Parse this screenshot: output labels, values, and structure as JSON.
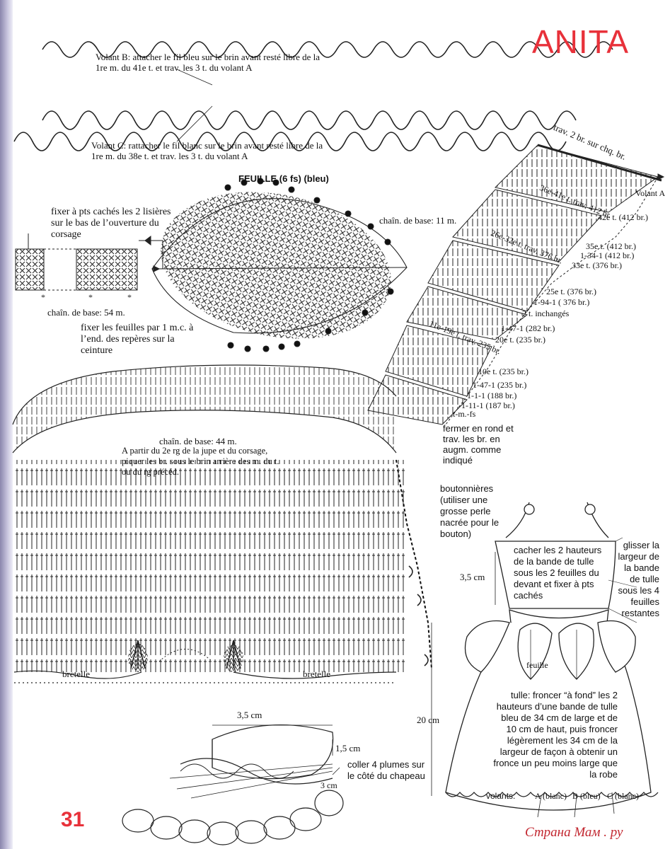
{
  "header": {
    "title": "ANITA"
  },
  "footer": {
    "page_number": "31",
    "watermark": "Страна Мам . ру"
  },
  "ruffles": {
    "volant_b": "Volant B: attacher le fil bleu sur le brin avant resté libre de la 1re m. du 41e t. et trav. les 3 t. du volant A",
    "volant_c": "Volant C: rattacher le fil blanc sur le brin avant resté libre de la 1re m. du 38e t. et trav. les 3 t. du volant A"
  },
  "leaf": {
    "title": "FEUILLE (6 fs) (bleu)",
    "base_chain": "chaîn. de base: 11 m."
  },
  "belt": {
    "note": "fixer à pts cachés les 2 lisières sur le bas de l’ouverture du corsage",
    "base_chain": "chaîn. de base: 54 m.",
    "leaves_note": "fixer les feuilles par 1 m.c. à l’end. des repères sur la ceinture"
  },
  "skirt": {
    "top_label": "trav. 2 br. sur chq. br.",
    "volant_a": "Volant A",
    "rows": [
      "42e t. (412 br.)",
      "36e-41e t. trav. 412 br.",
      "35e t. (412 br.)",
      "1-34-1 (412 br.)",
      "33e t. (376 br.)",
      "26e-32e t. trav. 376 br.",
      "25e t. (376 br.)",
      "1-94-1 ( 376 br.)",
      "2 t. inchangés",
      "1-47-1 (282 br.)",
      "20e t. (235 br.)",
      "11e-19e t. trav. 235 br.",
      "10e t. (235 br.)",
      "1-47-1 (235 br.)",
      "1-1-1 (188 br.)",
      "1-11-1 (187 br.)",
      "t-m.-fs"
    ],
    "close_note": "fermer en rond et trav. les br. en augm. comme indiqué"
  },
  "bodice": {
    "base_chain": "chaîn. de base: 44 m.",
    "instructions": "A partir du 2e rg de la jupe et du corsage, piquer les br. sous le brin arrière des m. du t. ou du rg précéd.",
    "buttonholes": "boutonnières (utiliser une grosse perle nacrée pour le bouton)",
    "strap_left": "bretelle",
    "strap_right": "bretelle"
  },
  "hat": {
    "width": "3,5 cm",
    "height": "1,5 cm",
    "depth": "3 cm",
    "feathers_note": "coller 4 plumes sur le côté du chapeau"
  },
  "dress": {
    "hide_note": "cacher les 2 hauteurs de la bande de tulle sous les 2 feuilles du devant et fixer à pts cachés",
    "slide_note": "glisser la largeur de la bande de tulle sous les 4 feuilles restantes",
    "bodice_height": "3,5 cm",
    "leaf_label": "feuille",
    "length": "20 cm",
    "tulle_note": "tulle: froncer “à fond” les 2 hauteurs d’une bande de tulle bleu de 34 cm de large et de 10 cm de haut, puis froncer légèrement les 34 cm de la largeur de façon à obtenir un fronce un peu moins large que la robe",
    "volants_label": "volants:",
    "volant_a": "A (blanc)",
    "volant_b": "B (bleu)",
    "volant_c": "C (blanc)"
  }
}
